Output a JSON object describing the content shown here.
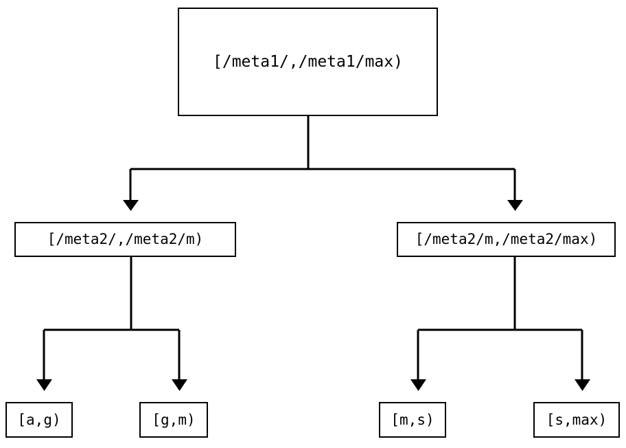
{
  "diagram": {
    "type": "tree",
    "title": "",
    "orientation": "top-down",
    "background_color": "#ffffff",
    "line_color": "#000000",
    "text_color": "#000000",
    "edge_style": "orthogonal-elbow",
    "arrowhead": "filled-triangle",
    "levels": 3,
    "root": {
      "id": "root",
      "label": "[/meta1/,/meta1/max)"
    },
    "level2": [
      {
        "id": "mid-left",
        "label": "[/meta2/,/meta2/m)"
      },
      {
        "id": "mid-right",
        "label": "[/meta2/m,/meta2/max)"
      }
    ],
    "leaves": [
      {
        "id": "leaf-0",
        "label": "[a,g)"
      },
      {
        "id": "leaf-1",
        "label": "[g,m)"
      },
      {
        "id": "leaf-2",
        "label": "[m,s)"
      },
      {
        "id": "leaf-3",
        "label": "[s,max)"
      }
    ]
  }
}
